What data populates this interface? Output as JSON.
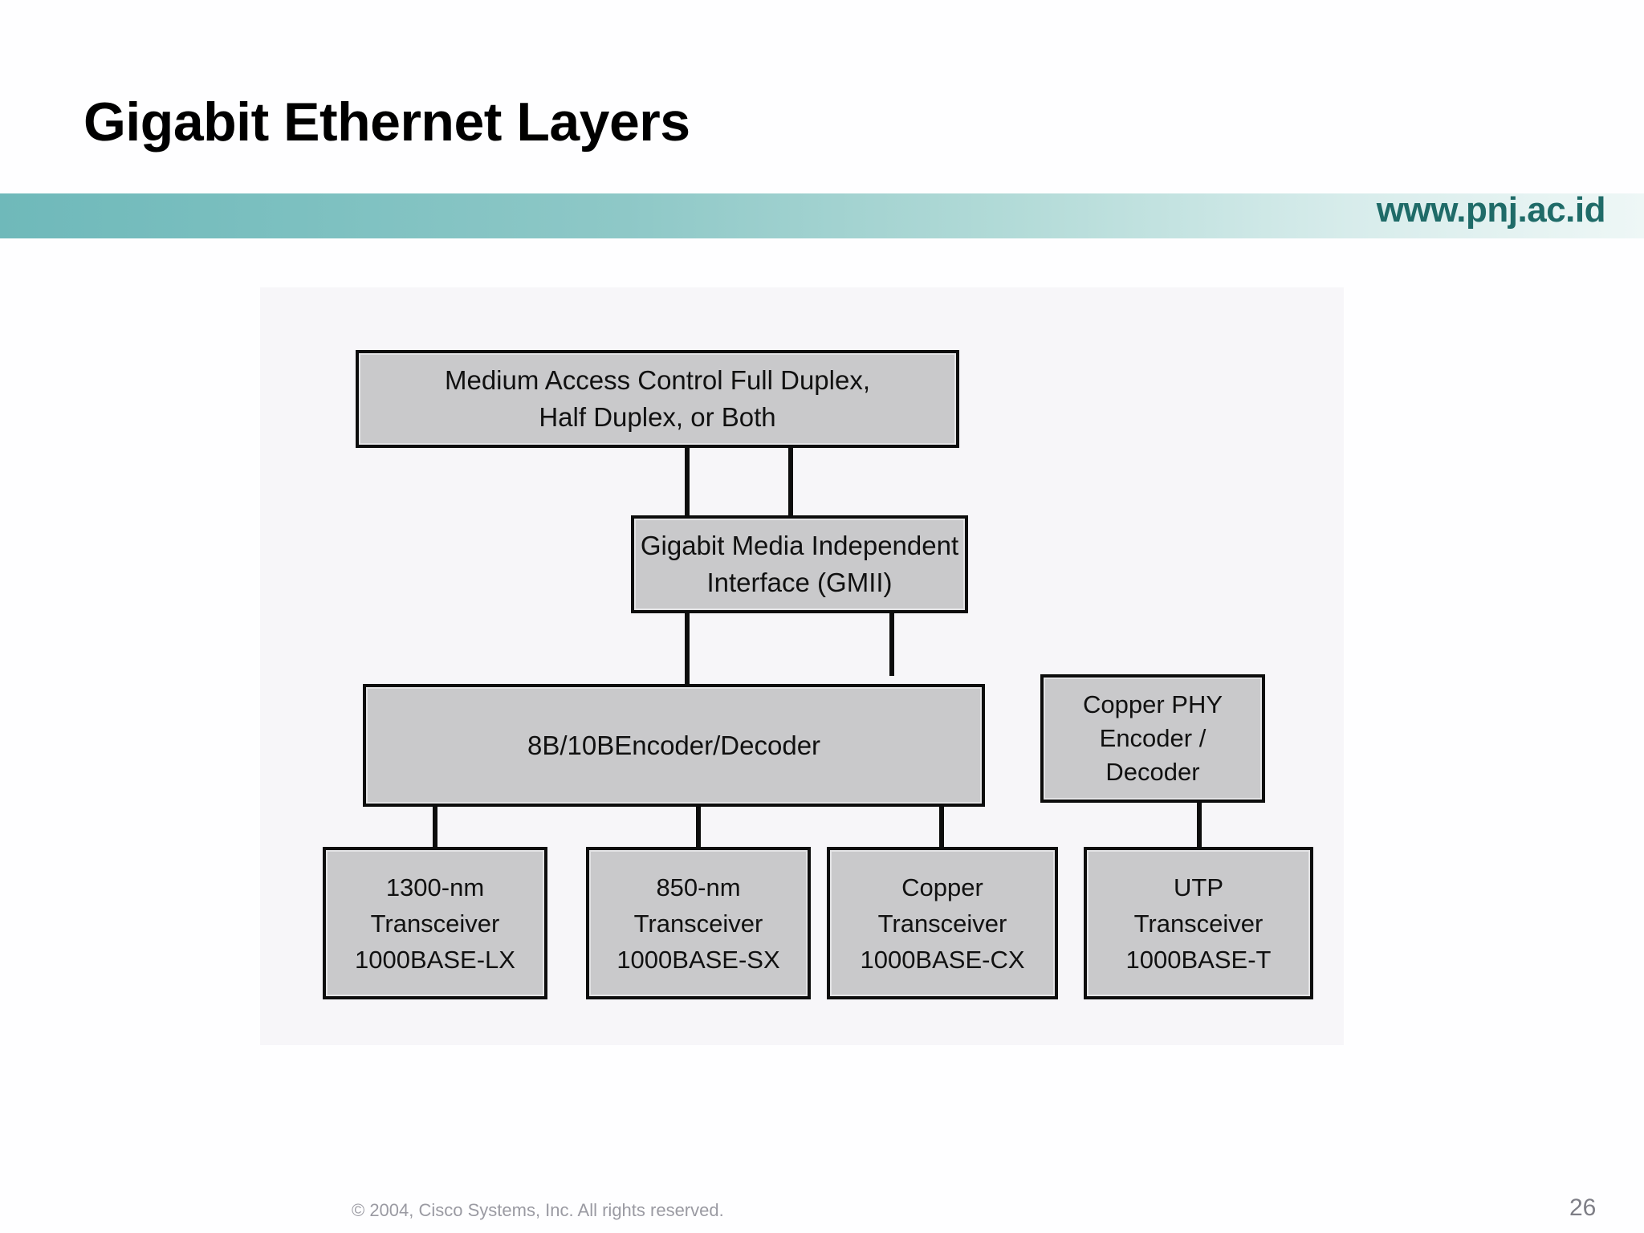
{
  "slide": {
    "title": "Gigabit Ethernet Layers",
    "site_url": "www.pnj.ac.id",
    "page_number": "26",
    "copyright": "© 2004, Cisco Systems, Inc. All rights reserved.",
    "accent_color": "#76bcbc",
    "url_color": "#1f6b68"
  },
  "diagram": {
    "panel_background": "#f7f6f9",
    "box_fill": "#c9c9cb",
    "box_border": "#0d0d0d",
    "boxes": {
      "mac": {
        "line1": "Medium Access Control Full Duplex,",
        "line2": "Half Duplex, or Both"
      },
      "gmii": {
        "line1": "Gigabit Media Independent",
        "line2": "Interface (GMII)"
      },
      "encoder_decoder": {
        "line1": "8B/10BEncoder/Decoder"
      },
      "copper_phy": {
        "line1": "Copper PHY",
        "line2": "Encoder /",
        "line3": "Decoder"
      },
      "lx": {
        "line1": "1300-nm",
        "line2": "Transceiver",
        "line3": "1000BASE-LX"
      },
      "sx": {
        "line1": "850-nm",
        "line2": "Transceiver",
        "line3": "1000BASE-SX"
      },
      "cx": {
        "line1": "Copper",
        "line2": "Transceiver",
        "line3": "1000BASE-CX"
      },
      "t": {
        "line1": "UTP",
        "line2": "Transceiver",
        "line3": "1000BASE-T"
      }
    }
  }
}
